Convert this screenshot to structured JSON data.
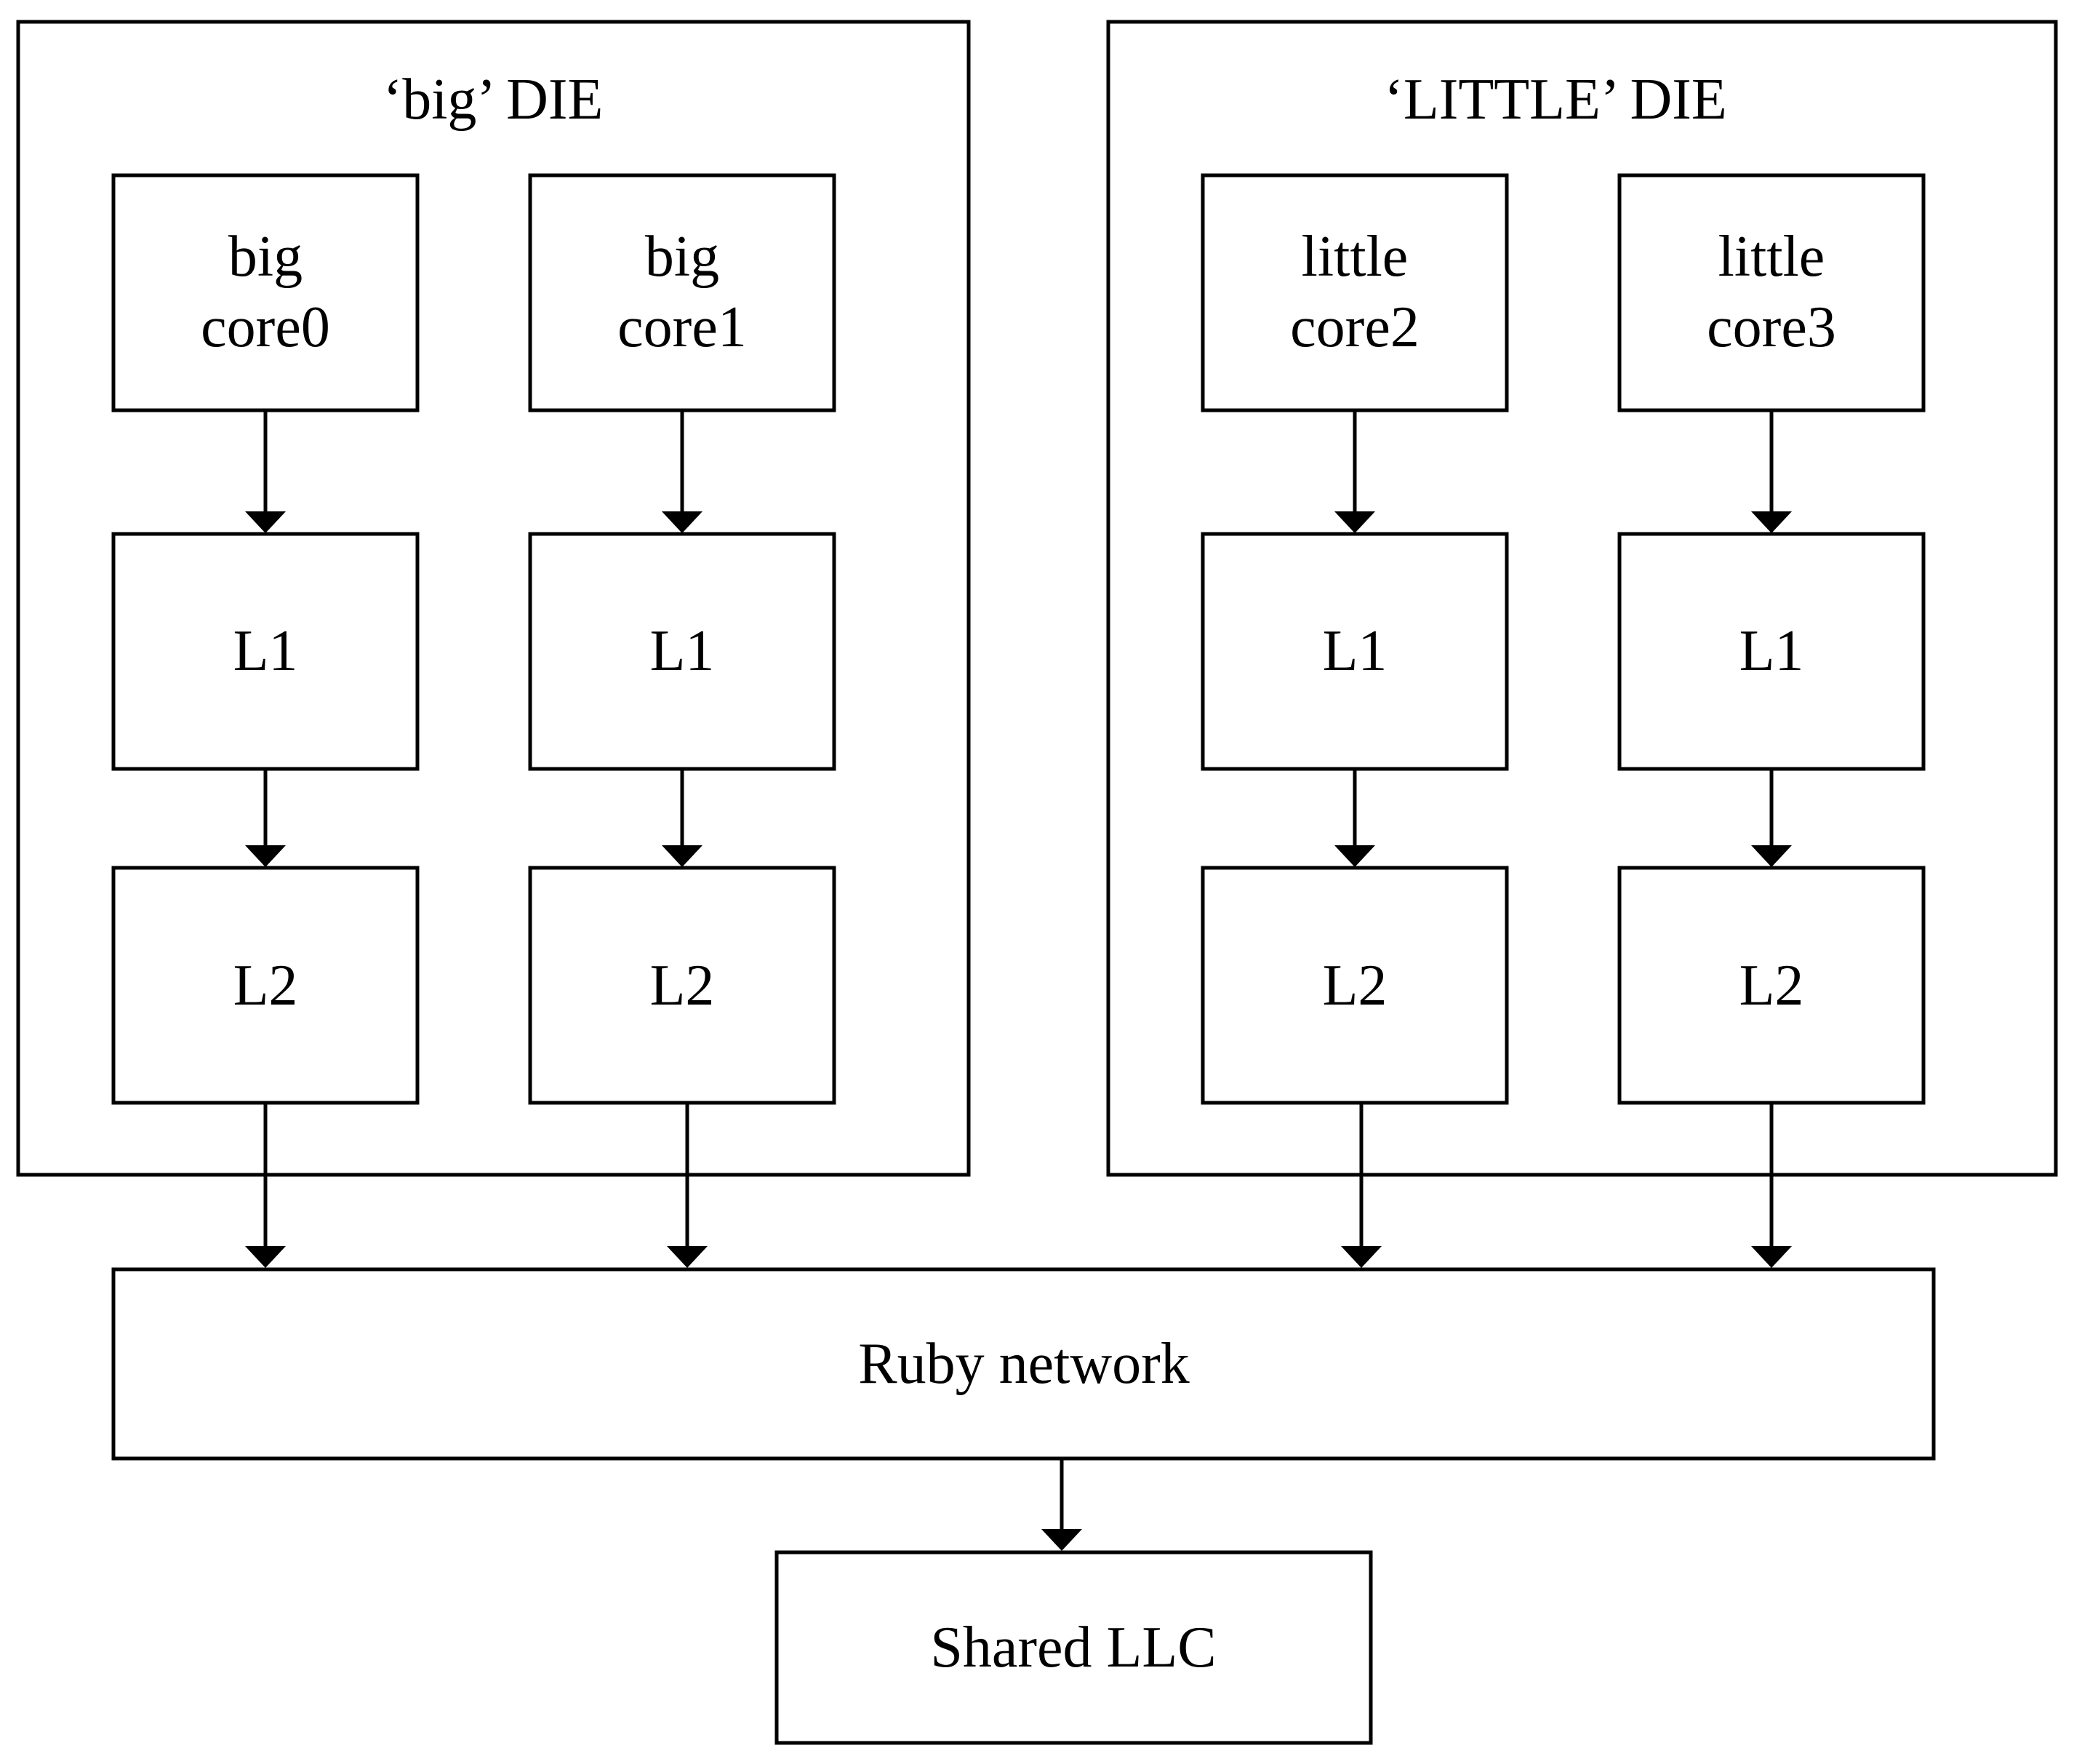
{
  "dies": [
    {
      "title": "‘big’ DIE",
      "cores": [
        {
          "core": [
            "big",
            "core0"
          ],
          "l1": "L1",
          "l2": "L2"
        },
        {
          "core": [
            "big",
            "core1"
          ],
          "l1": "L1",
          "l2": "L2"
        }
      ]
    },
    {
      "title": "‘LITTLE’ DIE",
      "cores": [
        {
          "core": [
            "little",
            "core2"
          ],
          "l1": "L1",
          "l2": "L2"
        },
        {
          "core": [
            "little",
            "core3"
          ],
          "l1": "L1",
          "l2": "L2"
        }
      ]
    }
  ],
  "network": "Ruby network",
  "llc": "Shared LLC"
}
